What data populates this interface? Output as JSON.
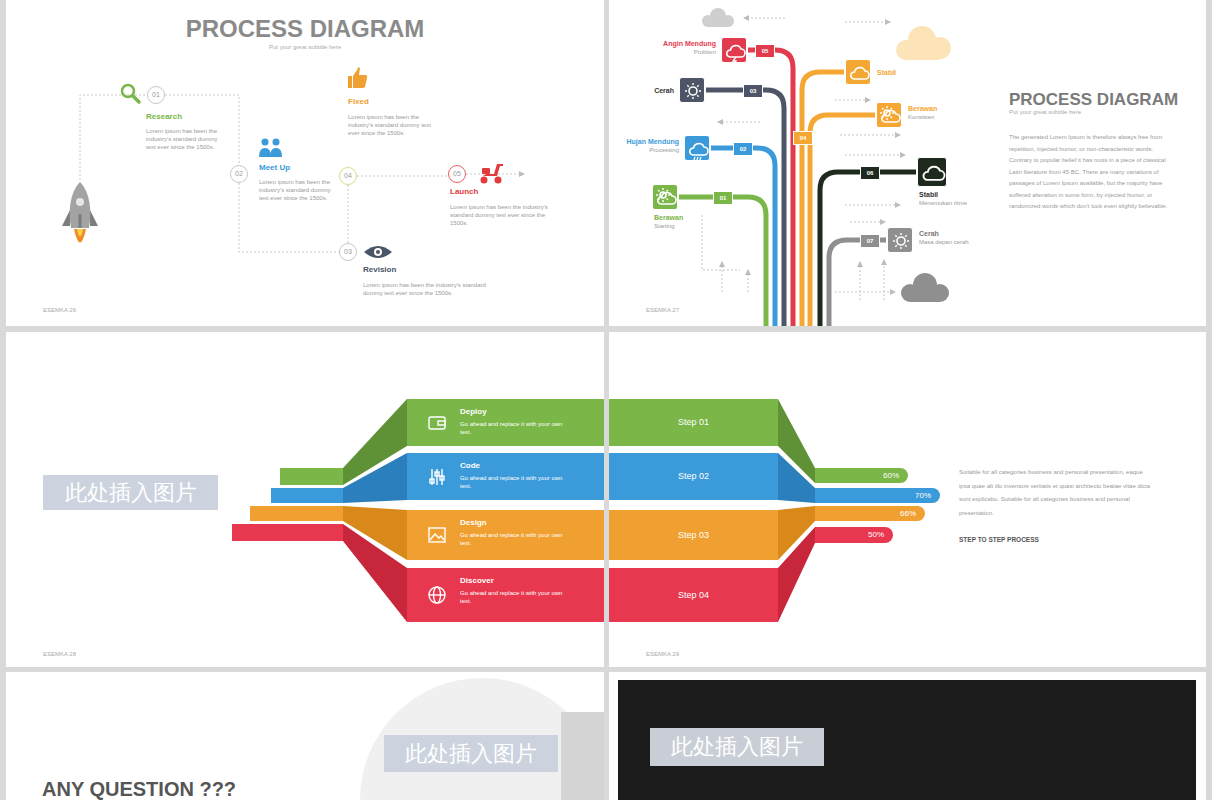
{
  "diagram": {
    "title": "PROCESS DIAGRAM",
    "nodes": [
      {
        "text": [
          "01"
        ]
      },
      {
        "text": [
          "02"
        ]
      },
      {
        "text": [
          "03"
        ]
      },
      {
        "text": [
          "04"
        ]
      },
      {
        "text": [
          "05"
        ]
      },
      {
        "text": [
          "Angin Mendung",
          "Problem"
        ]
      },
      {
        "text": [
          "Stabil"
        ]
      },
      {
        "text": [
          "Cerah"
        ]
      },
      {
        "text": [
          "Berawan",
          "Konsisten"
        ]
      },
      {
        "text": [
          "Hujan Mendung",
          "Processing"
        ]
      },
      {
        "text": [
          "Stabil",
          "Menemukan ritme"
        ]
      },
      {
        "text": [
          "Berawan",
          "Starting"
        ]
      },
      {
        "text": [
          "Cerah",
          "Masa depan cerah"
        ]
      },
      {
        "text": [
          "此处插入图片"
        ]
      },
      {
        "text": [
          "Deploy",
          "Go ahead and replace it with your own text."
        ]
      },
      {
        "text": [
          "Step 01"
        ]
      },
      {
        "text": [
          "60%"
        ]
      },
      {
        "text": [
          "Code",
          "Go ahead and replace it with your own text."
        ]
      },
      {
        "text": [
          "Step 02"
        ]
      },
      {
        "text": [
          "70%"
        ]
      },
      {
        "text": [
          "Design",
          "Go ahead and replace it with your own text."
        ]
      },
      {
        "text": [
          "Step 03"
        ]
      },
      {
        "text": [
          "66%"
        ]
      },
      {
        "text": [
          "Discover",
          "Go ahead and replace it with your own text."
        ]
      },
      {
        "text": [
          "Step 04"
        ]
      },
      {
        "text": [
          "50%"
        ]
      },
      {
        "text": [
          "此处插入图片"
        ]
      },
      {
        "text": [
          "此处插入图片"
        ]
      }
    ],
    "edges": [
      {
        "from": 0,
        "to": 1,
        "arrow": "none"
      },
      {
        "from": 1,
        "to": 2,
        "arrow": "none"
      },
      {
        "from": 2,
        "to": 3,
        "arrow": "none"
      },
      {
        "from": 3,
        "to": 4,
        "arrow": "none"
      }
    ],
    "labels": [
      "Put your great subtitle here",
      "Research",
      "Lorem ipsum has been the industry's standard dummy text ever since the 1500s.",
      "Meet Up",
      "Lorem ipsum has been the industry's standard dummy text ever since the 1500s.",
      "Fixed",
      "Lorem ipsum has been the industry's standard dummy text ever since the 1500s.",
      "Revision",
      "Lorem ipsum has been the industry's standard dummy text ever since the 1500s.",
      "Launch",
      "Lorem ipsum has been the industry's standard dummy text ever since the 1500s.",
      "ESEMKA 26",
      "PROCESS DIAGRAM",
      "Put your great subtitle here",
      "The generated Lorem Ipsum is therefore always free from repetition, injected humor, or non-characteristic words. Contrary to popular belief it has roots in a piece of classical Latin literature from 45 BC. There are many variations of passages of Lorem Ipsum available, but the majority have suffered alteration in some form, by injected humor, or randomized words which don't look even slightly believable.",
      "05",
      "03",
      "02",
      "01",
      "04",
      "06",
      "07",
      "ESEMKA 27",
      "Suitable for all categories business and personal presentation, eaque ipsa quae ab illo inventore veritatis et quasi architecto beatae vitae dicta sunt explicabo. Suitable for all categories business and personal presentation.",
      "STEP TO STEP PROCESS",
      "ESEMKA 28",
      "ESEMKA 29",
      "ANY QUESTION ???"
    ]
  }
}
